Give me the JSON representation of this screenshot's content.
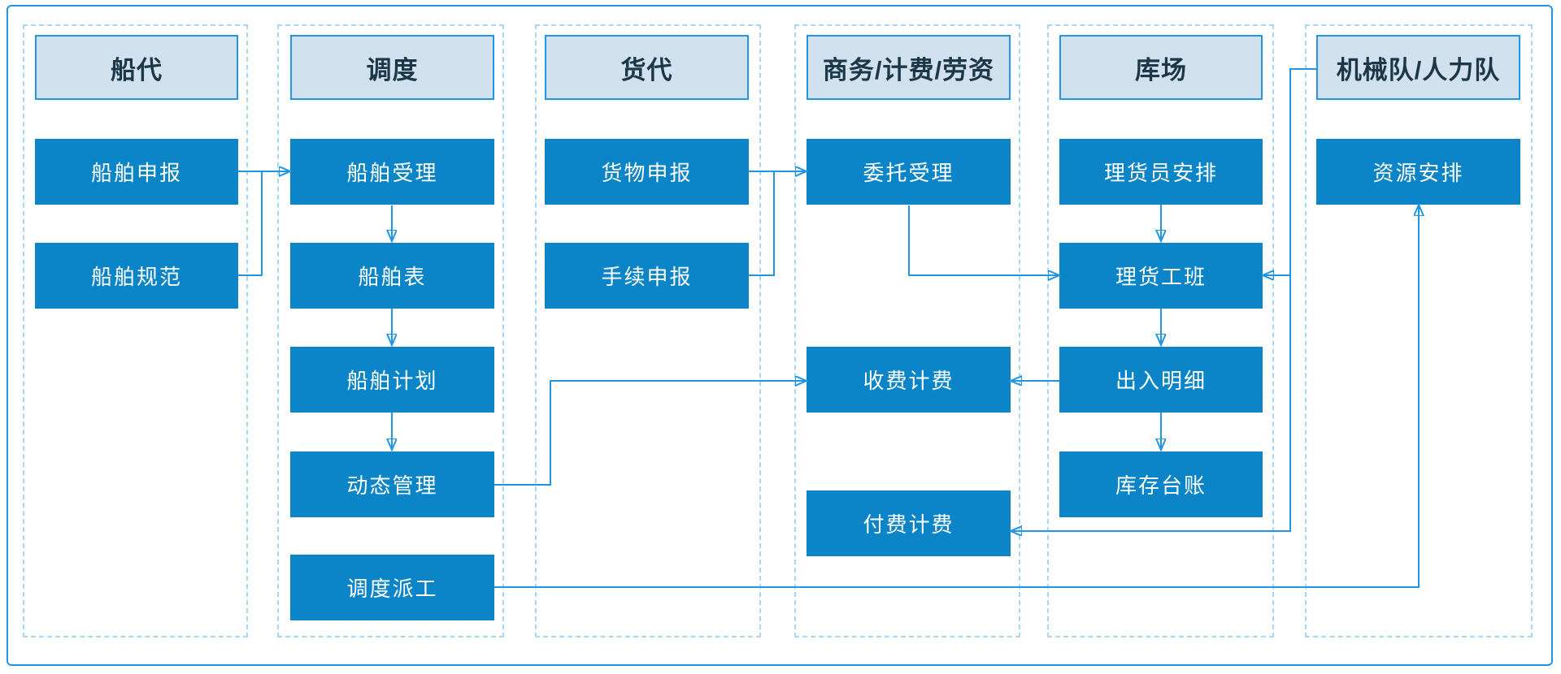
{
  "colors": {
    "accent": "#2296e3",
    "node_fill": "#0b85c7",
    "node_text": "#ffffff",
    "header_fill": "#d2e1ee",
    "header_border": "#2296e3",
    "header_text": "#1c3748",
    "lane_dashed_border": "#a9d6f4",
    "background": "#ffffff"
  },
  "lanes": [
    {
      "header": "船代",
      "nodes": [
        {
          "label": "船舶申报"
        },
        {
          "label": "船舶规范"
        }
      ]
    },
    {
      "header": "调度",
      "nodes": [
        {
          "label": "船舶受理"
        },
        {
          "label": "船舶表"
        },
        {
          "label": "船舶计划"
        },
        {
          "label": "动态管理"
        },
        {
          "label": "调度派工"
        }
      ]
    },
    {
      "header": "货代",
      "nodes": [
        {
          "label": "货物申报"
        },
        {
          "label": "手续申报"
        }
      ]
    },
    {
      "header": "商务/计费/劳资",
      "nodes": [
        {
          "label": "委托受理"
        },
        {
          "label": "收费计费"
        },
        {
          "label": "付费计费"
        }
      ]
    },
    {
      "header": "库场",
      "nodes": [
        {
          "label": "理货员安排"
        },
        {
          "label": "理货工班"
        },
        {
          "label": "出入明细"
        },
        {
          "label": "库存台账"
        }
      ]
    },
    {
      "header": "机械队/人力队",
      "nodes": [
        {
          "label": "资源安排"
        }
      ]
    }
  ],
  "edges": [
    {
      "from": "船舶申报",
      "to": "船舶受理"
    },
    {
      "from": "船舶规范",
      "to": "船舶受理"
    },
    {
      "from": "船舶受理",
      "to": "船舶表"
    },
    {
      "from": "船舶表",
      "to": "船舶计划"
    },
    {
      "from": "船舶计划",
      "to": "动态管理"
    },
    {
      "from": "货物申报",
      "to": "委托受理"
    },
    {
      "from": "手续申报",
      "to": "委托受理"
    },
    {
      "from": "委托受理",
      "to": "理货工班"
    },
    {
      "from": "理货员安排",
      "to": "理货工班"
    },
    {
      "from": "理货工班",
      "to": "出入明细"
    },
    {
      "from": "出入明细",
      "to": "库存台账"
    },
    {
      "from": "出入明细",
      "to": "收费计费"
    },
    {
      "from": "动态管理",
      "to": "收费计费"
    },
    {
      "from": "调度派工",
      "to": "资源安排"
    },
    {
      "from": "机械队/人力队",
      "to": "理货工班"
    },
    {
      "from": "机械队/人力队",
      "to": "付费计费"
    }
  ]
}
